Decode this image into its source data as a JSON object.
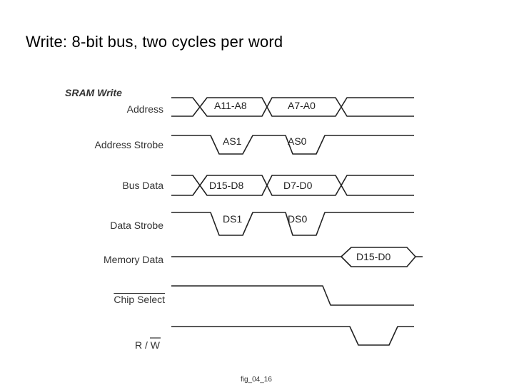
{
  "slide": {
    "title": "Write: 8-bit bus, two cycles per word"
  },
  "diagram": {
    "title": "SRAM Write",
    "signals": {
      "address": {
        "label": "Address",
        "values": [
          "A11-A8",
          "A7-A0"
        ]
      },
      "address_strobe": {
        "label": "Address Strobe",
        "values": [
          "AS1",
          "AS0"
        ]
      },
      "bus_data": {
        "label": "Bus Data",
        "values": [
          "D15-D8",
          "D7-D0"
        ]
      },
      "data_strobe": {
        "label": "Data Strobe",
        "values": [
          "DS1",
          "DS0"
        ]
      },
      "memory_data": {
        "label": "Memory Data",
        "values": [
          "D15-D0"
        ]
      },
      "chip_select": {
        "label": "Chip Select"
      },
      "rw": {
        "label": "R / W"
      }
    }
  },
  "footer": {
    "text": "fig_04_16"
  }
}
